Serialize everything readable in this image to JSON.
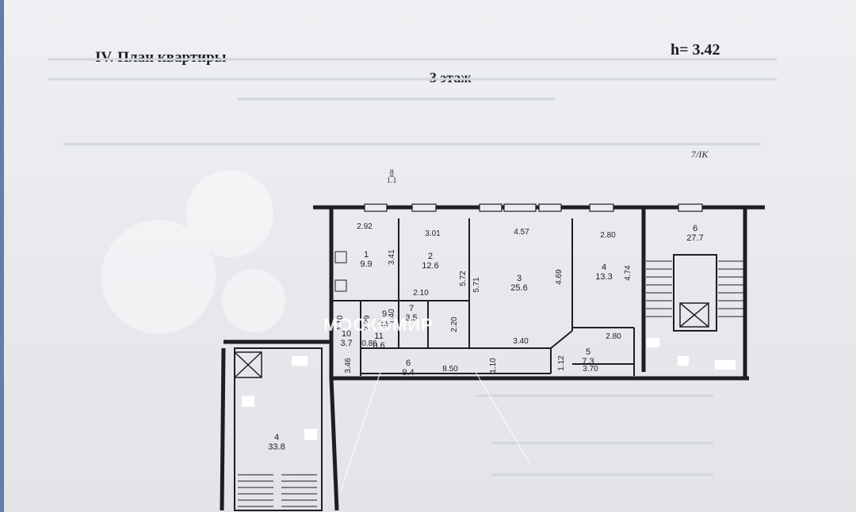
{
  "header": {
    "title": "IV. План квартиры",
    "height": "h= 3.42",
    "floor": "3 этаж",
    "mark": "7/IK"
  },
  "outside": {
    "num": "8",
    "area": "1.1"
  },
  "watermark": "МОСКОМИР",
  "rooms": [
    {
      "num": "1",
      "area": "9.9"
    },
    {
      "num": "2",
      "area": "12.6"
    },
    {
      "num": "3",
      "area": "25.6"
    },
    {
      "num": "4",
      "area": "13.3"
    },
    {
      "num": "5",
      "area": "7.3"
    },
    {
      "num": "6",
      "area": "9.4"
    },
    {
      "num": "7",
      "area": "3.5"
    },
    {
      "num": "9",
      "area": "2.9"
    },
    {
      "num": "10",
      "area": "3.7"
    },
    {
      "num": "11",
      "area": "0.6"
    }
  ],
  "stairs": [
    {
      "num": "6",
      "area": "27.7"
    },
    {
      "num": "4",
      "area": "33.8"
    }
  ],
  "dims": [
    "2.92",
    "3.41",
    "3.01",
    "5.72",
    "4.57",
    "5.71",
    "4.69",
    "2.80",
    "4.74",
    "2.10",
    "2.29",
    "1.40",
    "2.20",
    "3.46",
    "2.80",
    "3.70",
    "8.50",
    "1.10",
    "1.12",
    "3.40",
    "0.86",
    "1.10"
  ]
}
